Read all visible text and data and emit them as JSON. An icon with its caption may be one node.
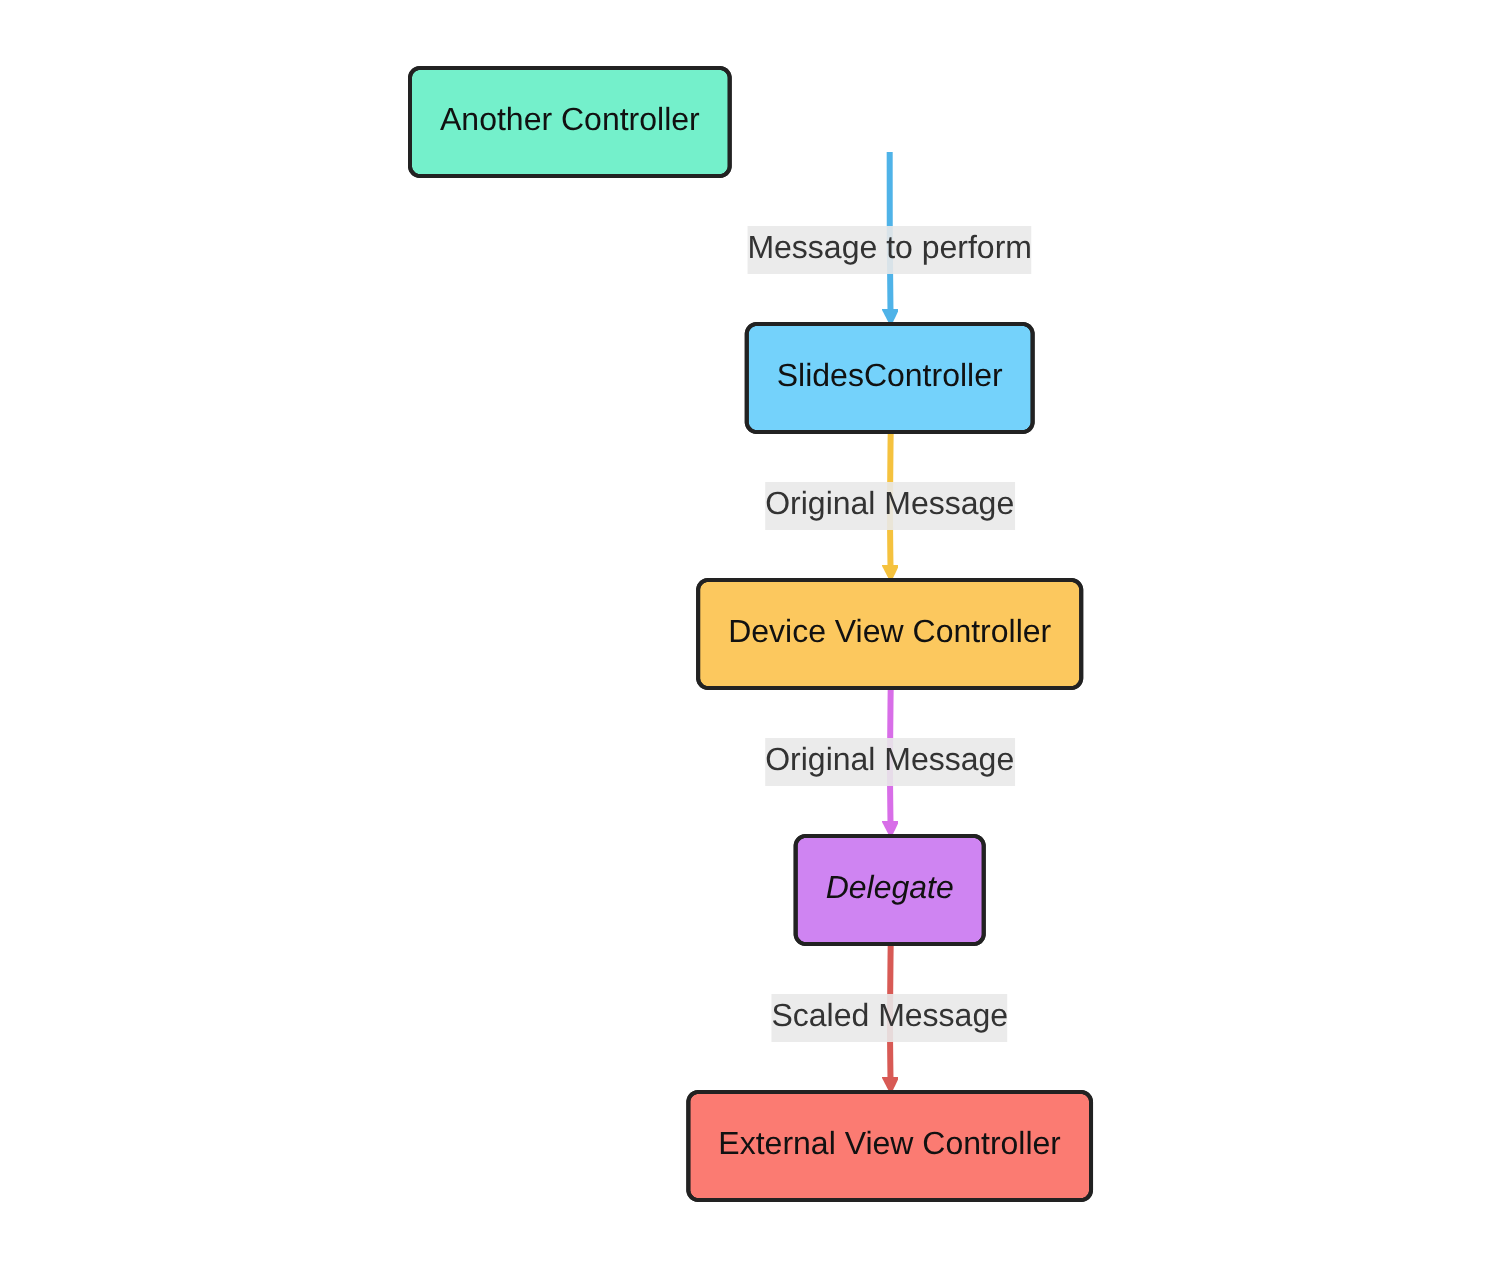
{
  "diagram": {
    "nodes": [
      {
        "text": [
          "SlidesController"
        ]
      },
      {
        "text": [
          "Device View Controller"
        ]
      },
      {
        "text": [
          "Delegate"
        ]
      },
      {
        "text": [
          "Another Controller"
        ]
      },
      {
        "text": [
          "External View Controller"
        ]
      }
    ],
    "edges": [
      {
        "from": null,
        "to": 0,
        "arrow": "to",
        "label": "Message to perform",
        "color": "#4fb3e8"
      },
      {
        "from": 0,
        "to": 1,
        "arrow": "to",
        "label": "Original Message",
        "color": "#f5c23e"
      },
      {
        "from": 1,
        "to": 2,
        "arrow": "to",
        "label": "Original Message",
        "color": "#d86ee8"
      },
      {
        "from": 2,
        "to": 4,
        "arrow": "to",
        "label": "Scaled Message",
        "color": "#d85a55"
      }
    ]
  }
}
